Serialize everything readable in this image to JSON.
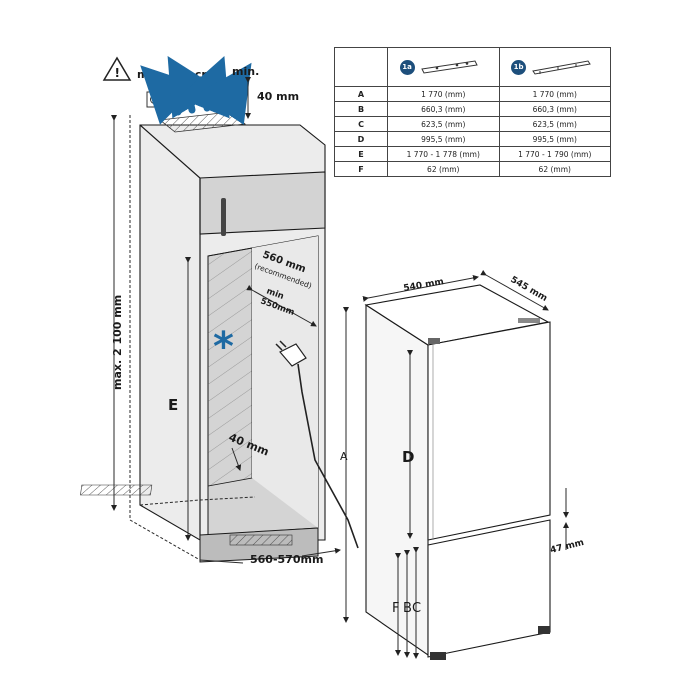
{
  "labels": {
    "vent_area": "min. 200 cm²",
    "vent_min": "min.",
    "vent_gap": "40 mm",
    "max_height": "max. 2 100 mm",
    "side_recommended": "560 mm",
    "side_recommended_note": "(recommended)",
    "side_min_1": "min",
    "side_min_2": "550mm",
    "bottom_gap": "40 mm",
    "cabinet_width": "560-570mm",
    "appliance_width": "540 mm",
    "appliance_depth": "545 mm",
    "door_gap": "47 mm",
    "dim_E": "E",
    "dim_A": "A",
    "dim_D": "D",
    "dim_F": "F",
    "dim_B": "B",
    "dim_C": "C",
    "asterisk": "*"
  },
  "table": {
    "badges": [
      "1a",
      "1b"
    ],
    "rows": [
      {
        "label": "A",
        "col1": "1 770 (mm)",
        "col2": "1 770 (mm)"
      },
      {
        "label": "B",
        "col1": "660,3 (mm)",
        "col2": "660,3 (mm)"
      },
      {
        "label": "C",
        "col1": "623,5 (mm)",
        "col2": "623,5 (mm)"
      },
      {
        "label": "D",
        "col1": "995,5 (mm)",
        "col2": "995,5 (mm)"
      },
      {
        "label": "E",
        "col1": "1 770 - 1 778 (mm)",
        "col2": "1 770 - 1 790 (mm)"
      },
      {
        "label": "F",
        "col1": "62 (mm)",
        "col2": "62 (mm)"
      }
    ]
  },
  "colors": {
    "accent_blue": "#1e6aa3",
    "badge_blue": "#1d4f7c",
    "cabinet_gray": "#c8c8c8"
  }
}
